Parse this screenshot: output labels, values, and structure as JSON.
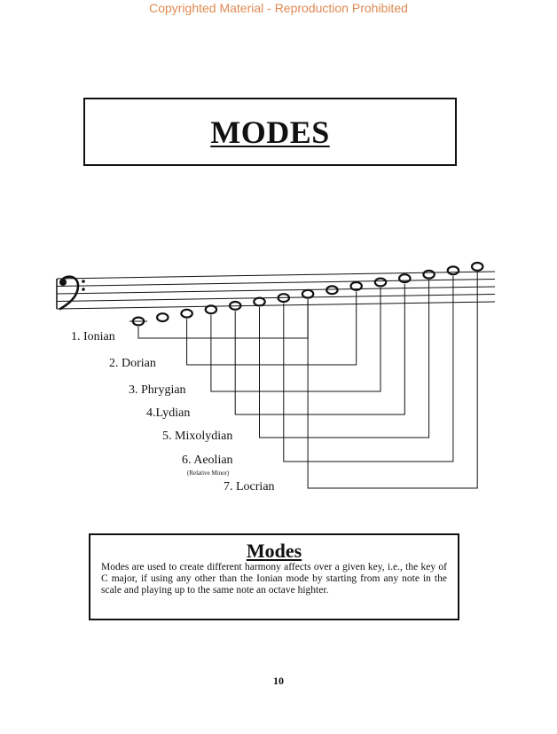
{
  "watermark": "Copyrighted Material - Reproduction Prohibited",
  "title": "MODES",
  "clef_icon": "bass-clef-icon",
  "modes": [
    {
      "label": "1. Ionian"
    },
    {
      "label": "2. Dorian"
    },
    {
      "label": "3. Phrygian"
    },
    {
      "label": "4.Lydian"
    },
    {
      "label": "5. Mixolydian"
    },
    {
      "label": "6. Aeolian",
      "sublabel": "(Relative Minor)"
    },
    {
      "label": "7. Locrian"
    }
  ],
  "note_count": 15,
  "info": {
    "heading": "Modes",
    "text": "Modes are used to create different harmony affects over a given key, i.e., the key of C major, if using any other than the Ionian mode by starting from any note in the scale and playing up to the same note an octave highter."
  },
  "page_number": "10"
}
